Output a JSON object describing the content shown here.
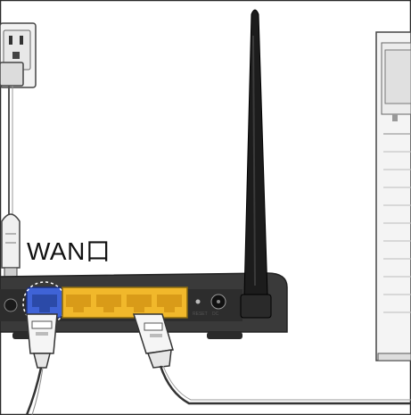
{
  "labels": {
    "wan_port": "WAN口",
    "reset_port": "RESET",
    "power_port": "DC"
  },
  "colors": {
    "wan_port": "#3f63d6",
    "lan_ports": "#f1b82b",
    "router_body": "#3a3a3a",
    "antenna": "#1c1c1c",
    "outline": "#444444"
  },
  "icons": {
    "outlet": "wall-outlet-icon",
    "router": "router-icon",
    "antenna": "antenna-icon",
    "computer": "pc-tower-icon"
  }
}
